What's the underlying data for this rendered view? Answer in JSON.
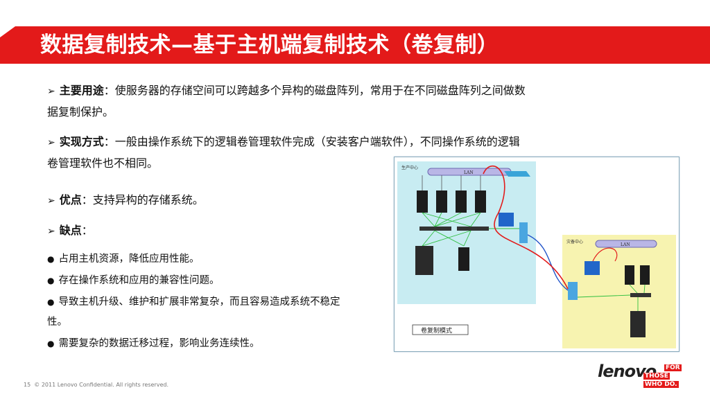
{
  "title": "数据复制技术—基于主机端复制技术（卷复制）",
  "sections": {
    "usage": {
      "label": "主要用途",
      "sep": "：",
      "text_line1": "使服务器的存储空间可以跨越多个异构的磁盘阵列，常用于在不同磁盘阵列之间做数",
      "text_line2": "据复制保护。"
    },
    "method": {
      "label": "实现方式",
      "sep": "：",
      "text_line1": "一般由操作系统下的逻辑卷管理软件完成（安装客户端软件），不同操作系统的逻辑",
      "text_line2": "卷管理软件也不相同。"
    },
    "pros": {
      "label": "优点",
      "sep": "：",
      "text": "支持异构的存储系统。"
    },
    "cons": {
      "label": "缺点",
      "sep": "："
    }
  },
  "cons_items": [
    "占用主机资源，降低应用性能。",
    "存在操作系统和应用的兼容性问题。",
    "导致主机升级、维护和扩展非常复杂，而且容易造成系统不稳定",
    "性。",
    "需要复杂的数据迁移过程，影响业务连续性。"
  ],
  "diagram": {
    "prod_center": "生产中心",
    "backup_center": "灾备中心",
    "lan": "LAN",
    "mode_label": "卷复制模式"
  },
  "footer": {
    "page": "15",
    "copyright": "2011 Lenovo Confidential. All rights reserved."
  },
  "logo": {
    "word": "lenovo",
    "tag1": "FOR",
    "tag2": "THOSE",
    "tag3": "WHO DO."
  },
  "colors": {
    "banner": "#e31a1a",
    "prod_bg": "#c8ecf2",
    "backup_bg": "#f7f3b0"
  }
}
